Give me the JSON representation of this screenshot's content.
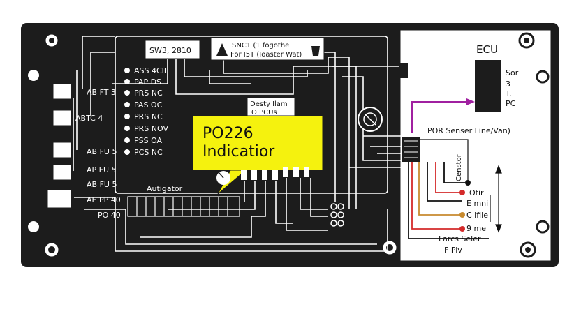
{
  "switch_box": {
    "line1": "SW3, 2810"
  },
  "top_note": {
    "line1": "SNC1 (1 fogothe",
    "line2": "For I5T (Ioaster Wat)"
  },
  "left_labels": [
    "AB FT 3",
    "ABTC 4",
    "AB FU 5",
    "AP FU 5",
    "AB FU 5",
    "AE PP 40",
    "PO 40"
  ],
  "signals": [
    "ASS 4CII",
    "PAP DS",
    "PRS NC",
    "PAS OC",
    "PRS NC",
    "PRS NOV",
    "PSS OA",
    "PCS NC"
  ],
  "actuator_label": "Autigator",
  "display_box": {
    "line1": "Desty Ilam",
    "line2": "O PCUs"
  },
  "callout": {
    "line1": "PO226",
    "line2": "Indicatior"
  },
  "ecu": {
    "title": "ECU",
    "lines": [
      "Sor",
      "3",
      "T.",
      "PC"
    ]
  },
  "sensor_line_label": "POR Senser Line/Van)",
  "connector_label": "Censtor",
  "right_labels": [
    "Otir",
    "E mni",
    "C ifile",
    "9 me"
  ],
  "bottom_right": {
    "line1": "Larcs Seler",
    "line2": "F Piv"
  },
  "colors": {
    "board": "#1c1c1c",
    "trace": "#ffffff",
    "callout": "#f5f20e",
    "wire_red": "#d42a2a",
    "wire_orange": "#c88a2e",
    "wire_purple": "#a020a0"
  }
}
